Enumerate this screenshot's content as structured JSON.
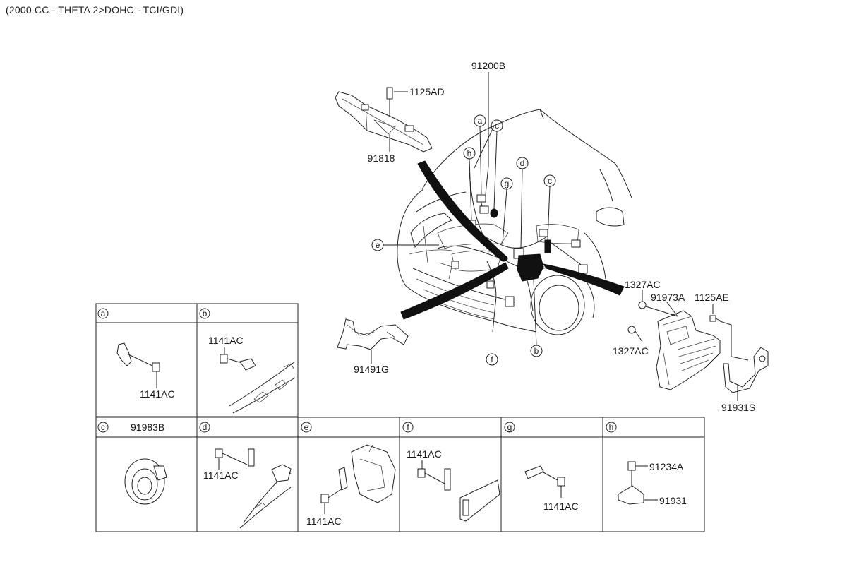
{
  "heading": "(2000 CC - THETA 2>DOHC - TCI/GDI)",
  "callouts": {
    "main_harness": "91200B",
    "bolt_top": "1125AD",
    "bracket_top": "91818",
    "cover_left": "91491G",
    "nut_1": "1327AC",
    "nut_2": "1327AC",
    "fuse_box": "91973A",
    "bolt_right": "1125AE",
    "bracket_right": "91931S"
  },
  "circle_refs": {
    "a": "a",
    "b": "b",
    "c1": "c",
    "c2": "c",
    "d": "d",
    "e": "e",
    "f": "f",
    "g": "g",
    "h": "h"
  },
  "detail_panels": [
    {
      "key": "a",
      "labels": [
        "1141AC"
      ]
    },
    {
      "key": "b",
      "labels": [
        "1141AC"
      ]
    },
    {
      "key": "c",
      "labels": [
        "91983B"
      ]
    },
    {
      "key": "d",
      "labels": [
        "1141AC"
      ]
    },
    {
      "key": "e",
      "labels": [
        "1141AC"
      ]
    },
    {
      "key": "f",
      "labels": [
        "1141AC"
      ]
    },
    {
      "key": "g",
      "labels": [
        "1141AC"
      ]
    },
    {
      "key": "h",
      "labels": [
        "91234A",
        "91931"
      ]
    }
  ]
}
